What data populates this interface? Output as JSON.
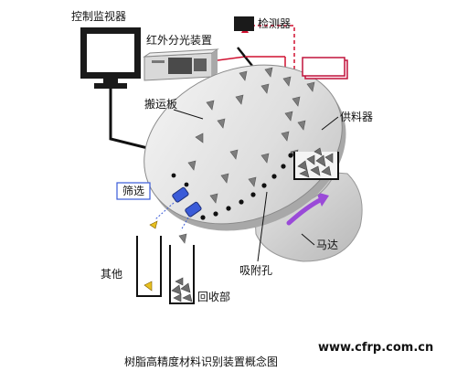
{
  "labels": {
    "monitor": "控制监视器",
    "spectrometer": "红外分光装置",
    "detector": "检测器",
    "identify": "",
    "conveyor_plate": "搬运板",
    "feeder": "供料器",
    "air_gun": "",
    "screen": "筛选",
    "motor": "马达",
    "suction_hole": "吸附孔",
    "others": "其他",
    "recovery": "回收部"
  },
  "caption": "树脂高精度材料识别装置概念图",
  "watermark": "www.cfrp.com.cn",
  "colors": {
    "accent_red": "#c0143c",
    "label_blue": "#3a5bd8",
    "motor_arrow": "#9a4ad8"
  },
  "icons": {
    "monitor": "crt-monitor-icon",
    "spectrometer": "spectrometer-device-icon",
    "detector": "detector-box-icon"
  }
}
